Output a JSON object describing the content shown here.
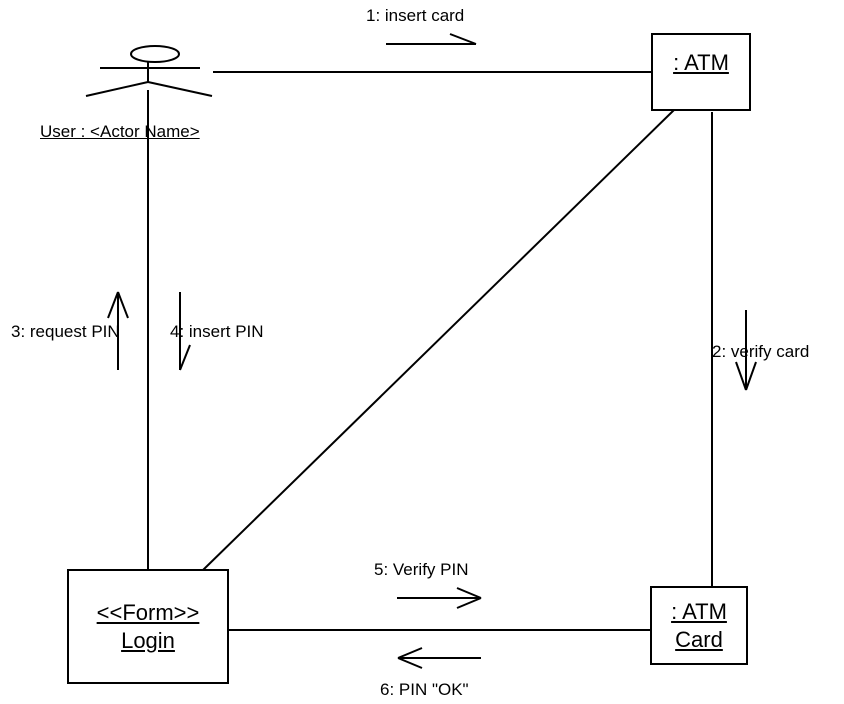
{
  "actor": {
    "name": "User : <Actor Name>"
  },
  "objects": {
    "atm": {
      "line1": ": ATM"
    },
    "login": {
      "line1": "<<Form>>",
      "line2": "Login"
    },
    "atm_card": {
      "line1": ": ATM",
      "line2": "Card"
    }
  },
  "messages": {
    "m1": "1: insert card",
    "m2": "2: verify card",
    "m3": "3: request PIN",
    "m4": "4: insert PIN",
    "m5": "5: Verify PIN",
    "m6": "6: PIN \"OK\""
  }
}
